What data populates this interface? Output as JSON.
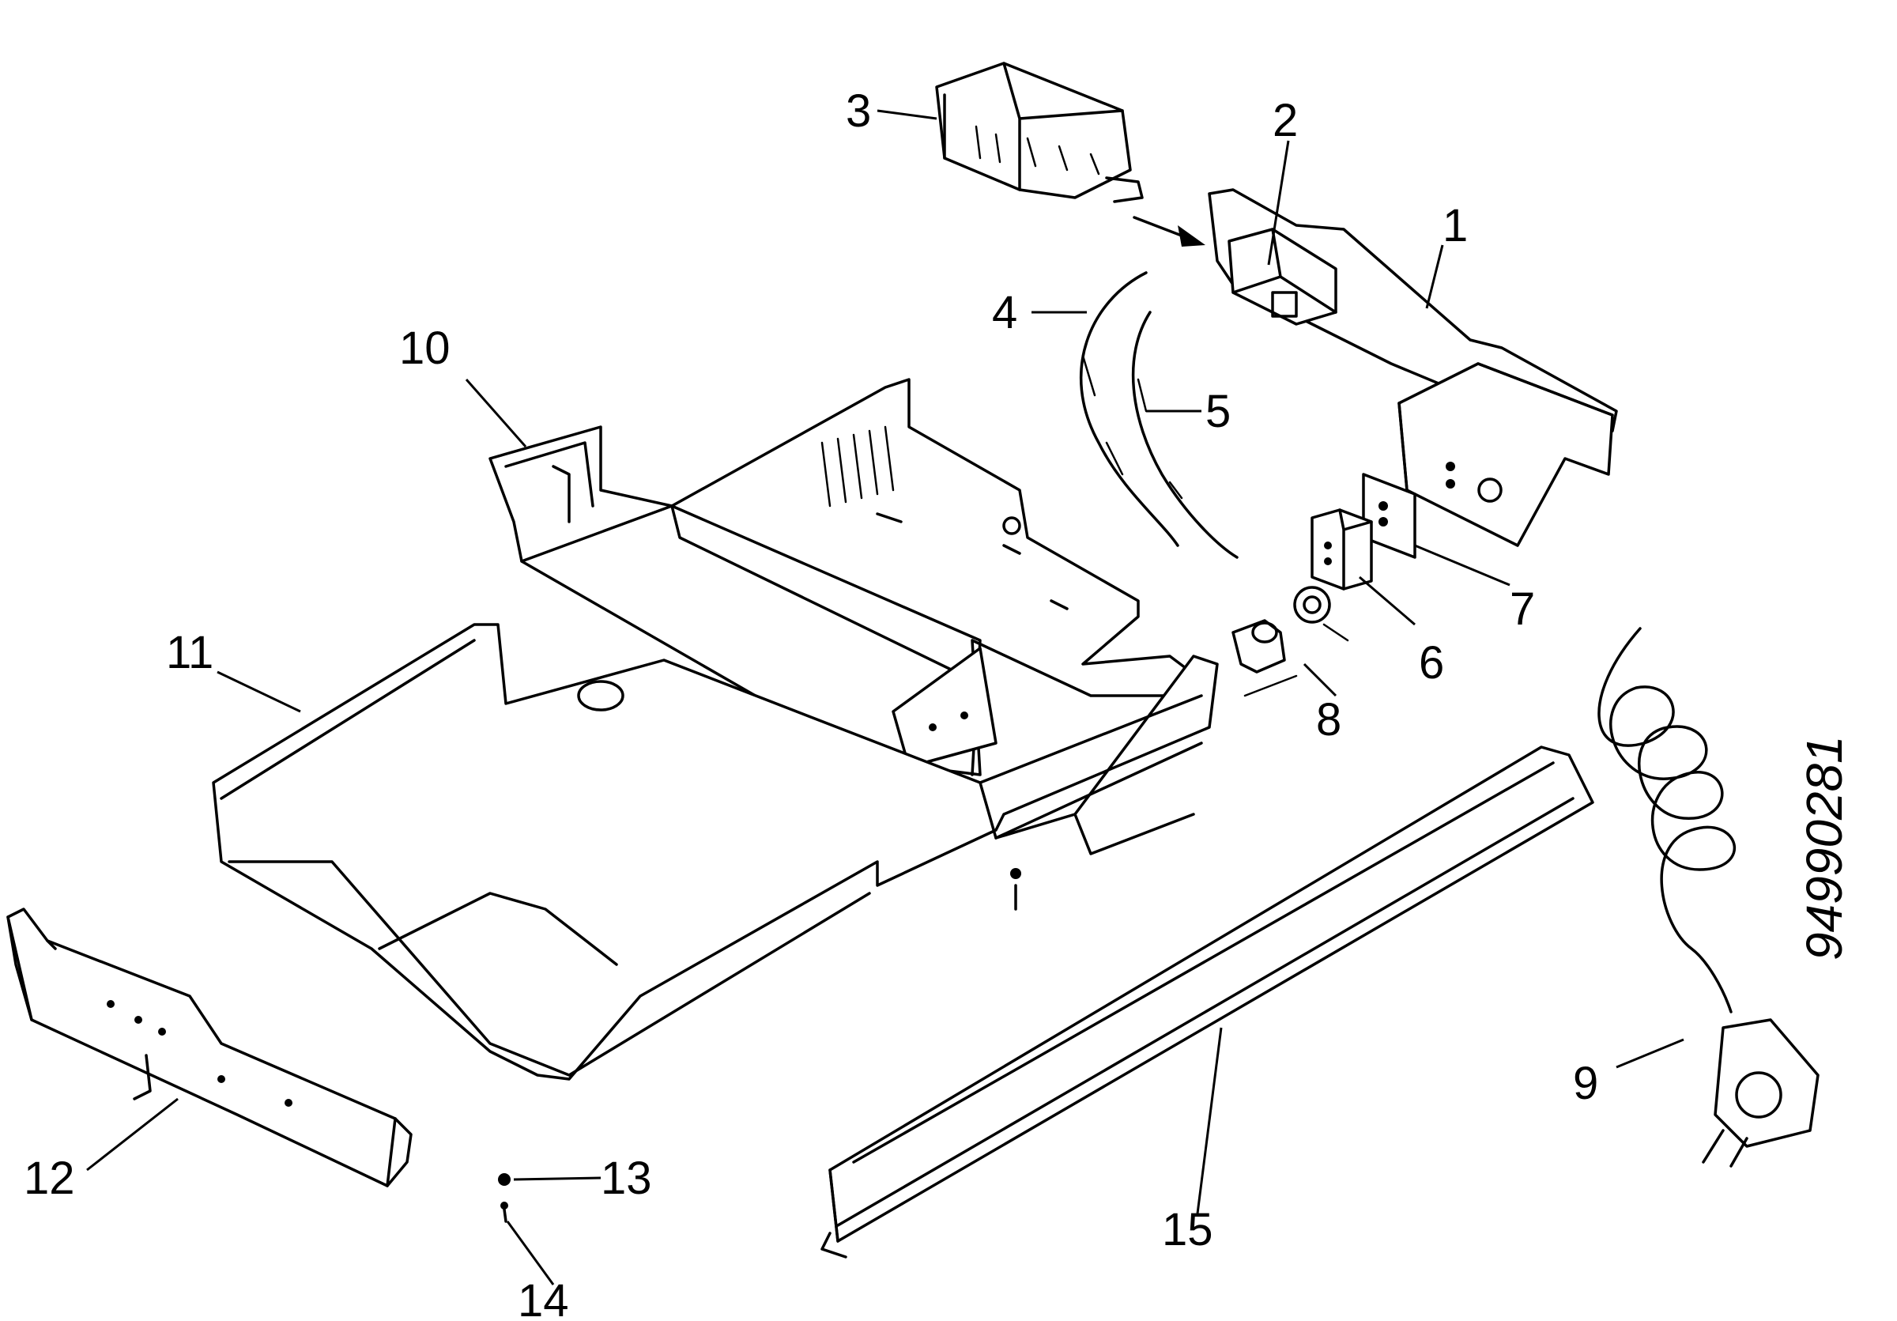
{
  "callouts": {
    "c1": "1",
    "c2": "2",
    "c3": "3",
    "c4": "4",
    "c5": "5",
    "c6": "6",
    "c7": "7",
    "c8": "8",
    "c9": "9",
    "c10": "10",
    "c11": "11",
    "c12": "12",
    "c13": "13",
    "c14": "14",
    "c15": "15"
  },
  "drawing_reference": "94990281",
  "colors": {
    "ink": "#000000",
    "paper": "#ffffff"
  }
}
